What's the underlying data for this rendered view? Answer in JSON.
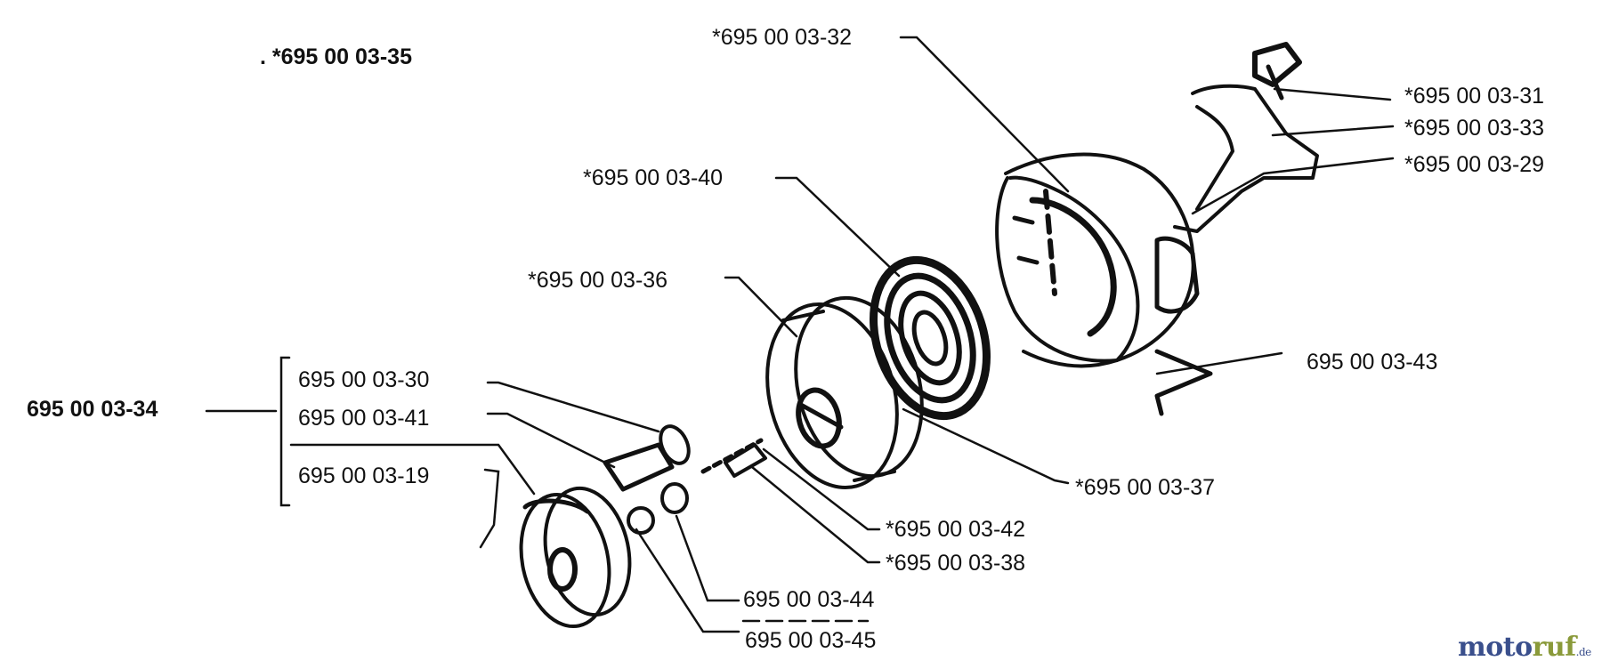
{
  "labels": {
    "l35": ". *695 00 03-35",
    "l32": "*695 00 03-32",
    "l31": "*695 00 03-31",
    "l33": "*695 00 03-33",
    "l29": "*695 00 03-29",
    "l40": "*695 00 03-40",
    "l36": "*695 00 03-36",
    "l43": "695 00 03-43",
    "l30": "695 00 03-30",
    "l34": "695 00 03-34",
    "l41": "695 00 03-41",
    "l19": "695 00 03-19",
    "l37": "*695 00 03-37",
    "l42": "*695 00 03-42",
    "l38": "*695 00 03-38",
    "l44": "695 00 03-44",
    "l45": "695 00 03-45"
  },
  "watermark": {
    "part1": "moto",
    "part2": "ruf",
    "part3": ".de"
  }
}
